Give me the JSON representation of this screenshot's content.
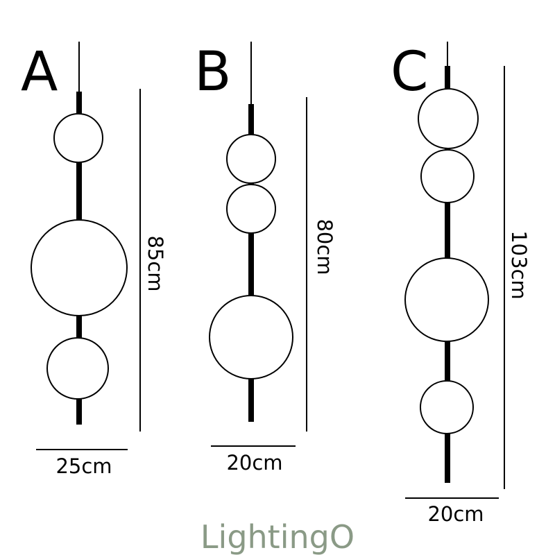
{
  "diagram": {
    "lamps": [
      {
        "label": "A",
        "height": "85cm",
        "width": "25cm"
      },
      {
        "label": "B",
        "height": "80cm",
        "width": "20cm"
      },
      {
        "label": "C",
        "height": "103cm",
        "width": "20cm"
      }
    ]
  },
  "brand": {
    "name": "LightingO"
  },
  "colors": {
    "line": "#000000",
    "brand": "#8a9a86",
    "background": "#ffffff"
  }
}
